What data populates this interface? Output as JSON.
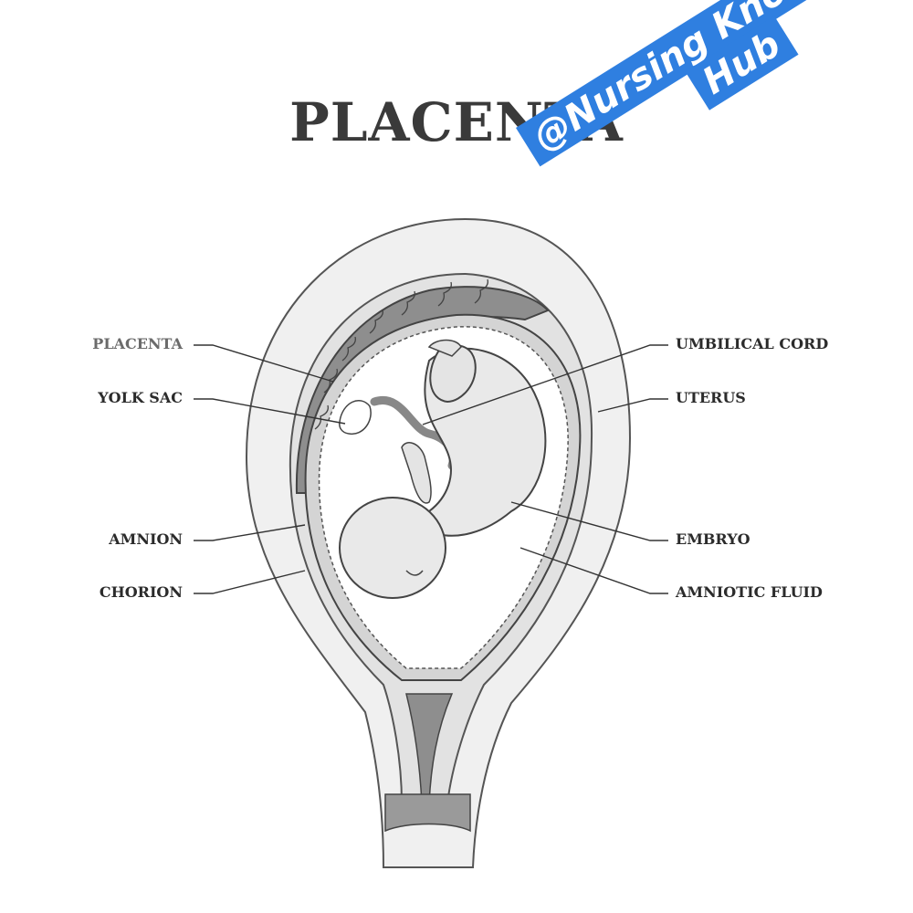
{
  "title": "PLACENTA",
  "labels": {
    "placenta": "PLACENTA",
    "yolk_sac": "YOLK SAC",
    "amnion": "AMNION",
    "chorion": "CHORION",
    "umbilical_cord": "UMBILICAL CORD",
    "uterus": "UTERUS",
    "embryo": "EMBRYO",
    "amniotic_fluid": "AMNIOTIC FLUID"
  },
  "watermark": {
    "line1": "@Nursing Knowledge",
    "line2": "Hub"
  },
  "colors": {
    "badge_bg": "#2f7fe0",
    "tissue_dark": "#8e8e8e",
    "tissue_light": "#e6e6e6",
    "uterus_wall": "#efefef"
  }
}
